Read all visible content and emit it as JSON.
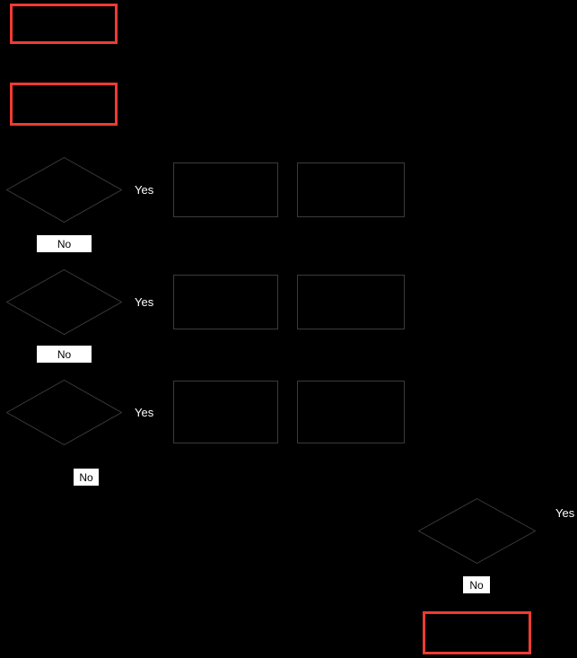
{
  "colors": {
    "background": "#000000",
    "accent": "#ee3b33",
    "shape-fill": "#000000",
    "shape-outline": "#3b3b3b",
    "yes-text": "#ffffff",
    "no-box-bg": "#ffffff",
    "no-box-text": "#000000"
  },
  "decision_rows": [
    {
      "yes_label": "Yes",
      "no_label": "No"
    },
    {
      "yes_label": "Yes",
      "no_label": "No"
    },
    {
      "yes_label": "Yes",
      "no_label": "No"
    }
  ],
  "bottom_decision": {
    "yes_label": "Yes",
    "no_label": "No"
  }
}
